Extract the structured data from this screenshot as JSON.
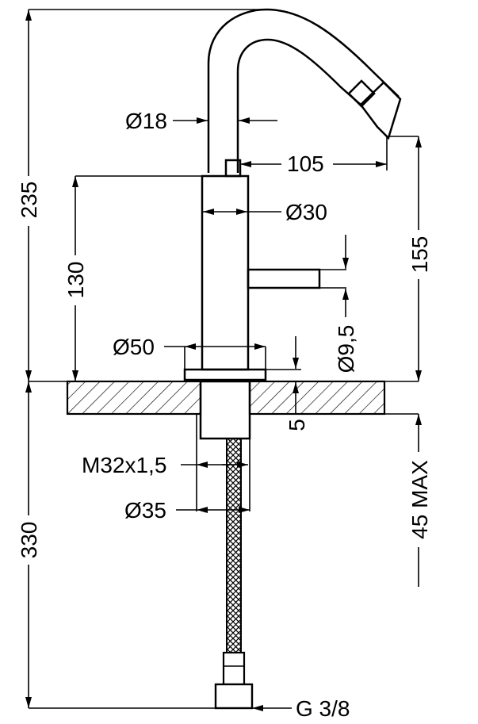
{
  "drawing": {
    "labels": {
      "total_height": "235",
      "body_height": "130",
      "below_deck": "330",
      "spout_dia": "Ø18",
      "reach": "105",
      "body_dia": "Ø30",
      "spout_height": "155",
      "lever_dia": "Ø9,5",
      "base_dia": "Ø50",
      "base_thickness": "5",
      "thread": "M32x1,5",
      "shank_dia": "Ø35",
      "deck_max": "45 MAX",
      "connection": "G 3/8"
    }
  }
}
